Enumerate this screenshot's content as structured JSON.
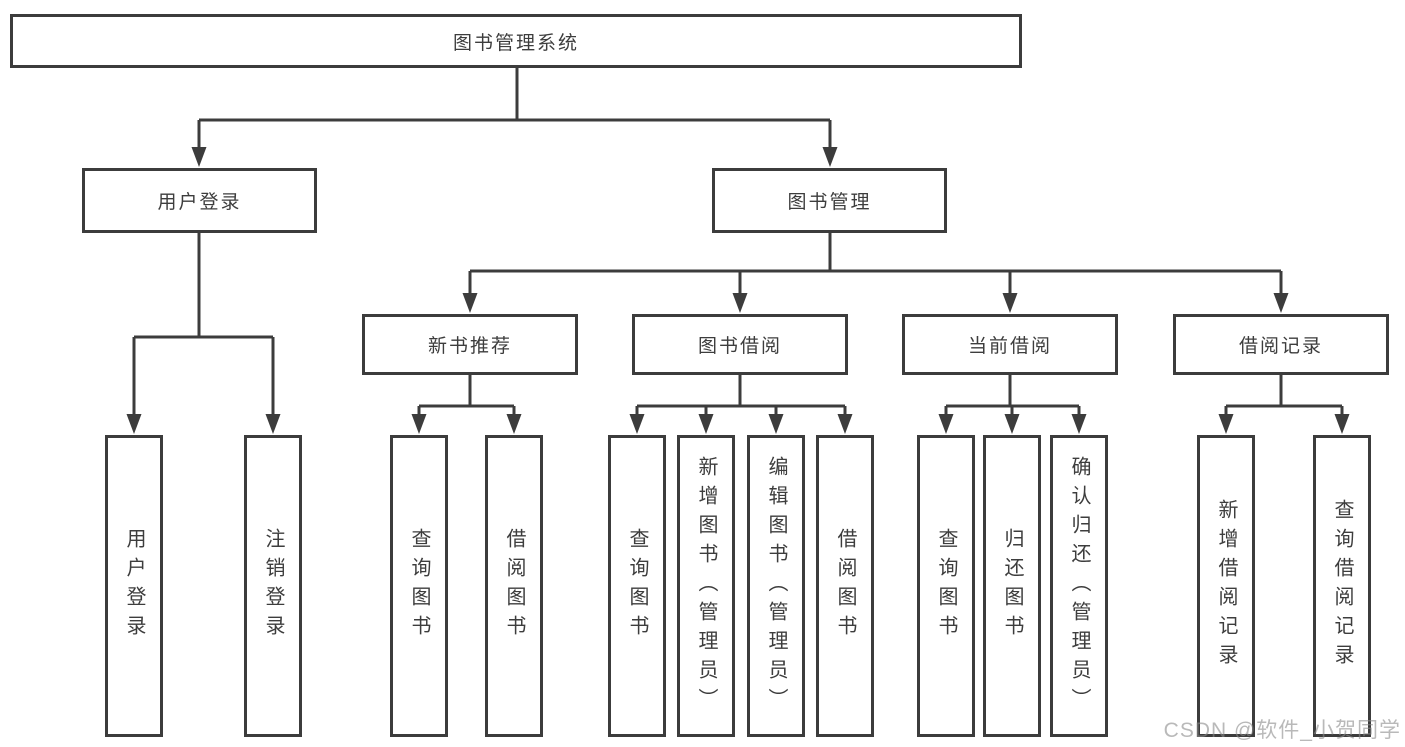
{
  "diagram": {
    "root": {
      "label": "图书管理系统"
    },
    "branches": [
      {
        "label": "用户登录",
        "leaves": [
          {
            "label": "用户登录"
          },
          {
            "label": "注销登录"
          }
        ]
      },
      {
        "label": "图书管理",
        "sections": [
          {
            "label": "新书推荐",
            "leaves": [
              {
                "label": "查询图书"
              },
              {
                "label": "借阅图书"
              }
            ]
          },
          {
            "label": "图书借阅",
            "leaves": [
              {
                "label": "查询图书"
              },
              {
                "label": "新增图书（管理员）"
              },
              {
                "label": "编辑图书（管理员）"
              },
              {
                "label": "借阅图书"
              }
            ]
          },
          {
            "label": "当前借阅",
            "leaves": [
              {
                "label": "查询图书"
              },
              {
                "label": "归还图书"
              },
              {
                "label": "确认归还（管理员）"
              }
            ]
          },
          {
            "label": "借阅记录",
            "leaves": [
              {
                "label": "新增借阅记录"
              },
              {
                "label": "查询借阅记录"
              }
            ]
          }
        ]
      }
    ]
  },
  "watermark": {
    "text": "CSDN @软件_小贺同学"
  },
  "colors": {
    "line": "#3c3c3c",
    "border": "#3c3c3c",
    "text": "#3d3d3d",
    "watermark": "#8a8a8a",
    "background": "#ffffff"
  }
}
